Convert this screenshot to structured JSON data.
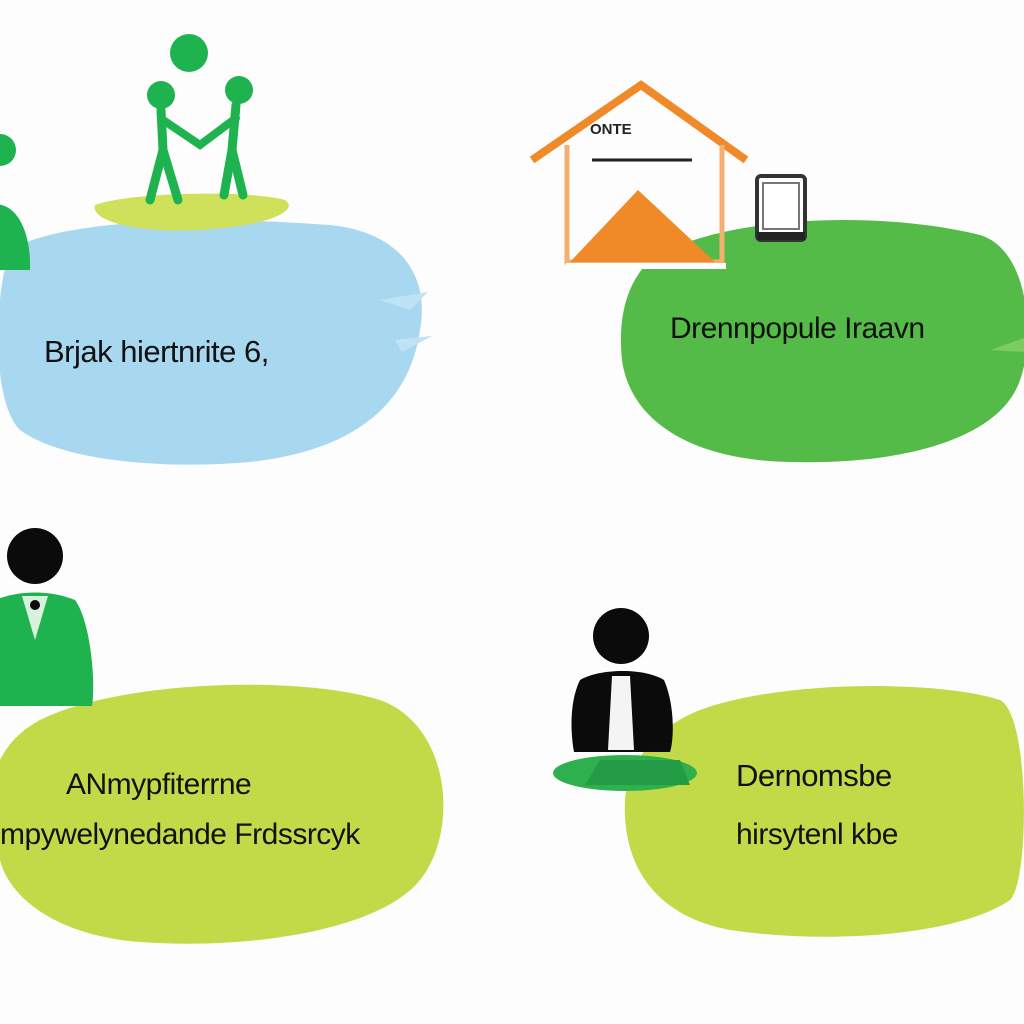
{
  "colors": {
    "blue_blob": "#a8d8f0",
    "green_blob": "#55bb48",
    "lime_blob": "#c2da48",
    "figure_green": "#1fb34f",
    "house_orange": "#f08a28",
    "figure_black": "#0b0b0b"
  },
  "icons": [
    "handshake-people-icon",
    "house-icon",
    "phone-icon",
    "person-green-icon",
    "person-suit-icon"
  ],
  "panels": [
    {
      "lines": [
        "Brjak hiertnrite 6,"
      ]
    },
    {
      "lines": [
        "Drennpopule Iraavn"
      ],
      "house_sign": "ONTE"
    },
    {
      "lines": [
        "ANmypfiterrne",
        "mpywelynedande Frdssrcyk"
      ]
    },
    {
      "lines": [
        "Dernomsbe",
        "hirsytenl kbe"
      ]
    }
  ]
}
